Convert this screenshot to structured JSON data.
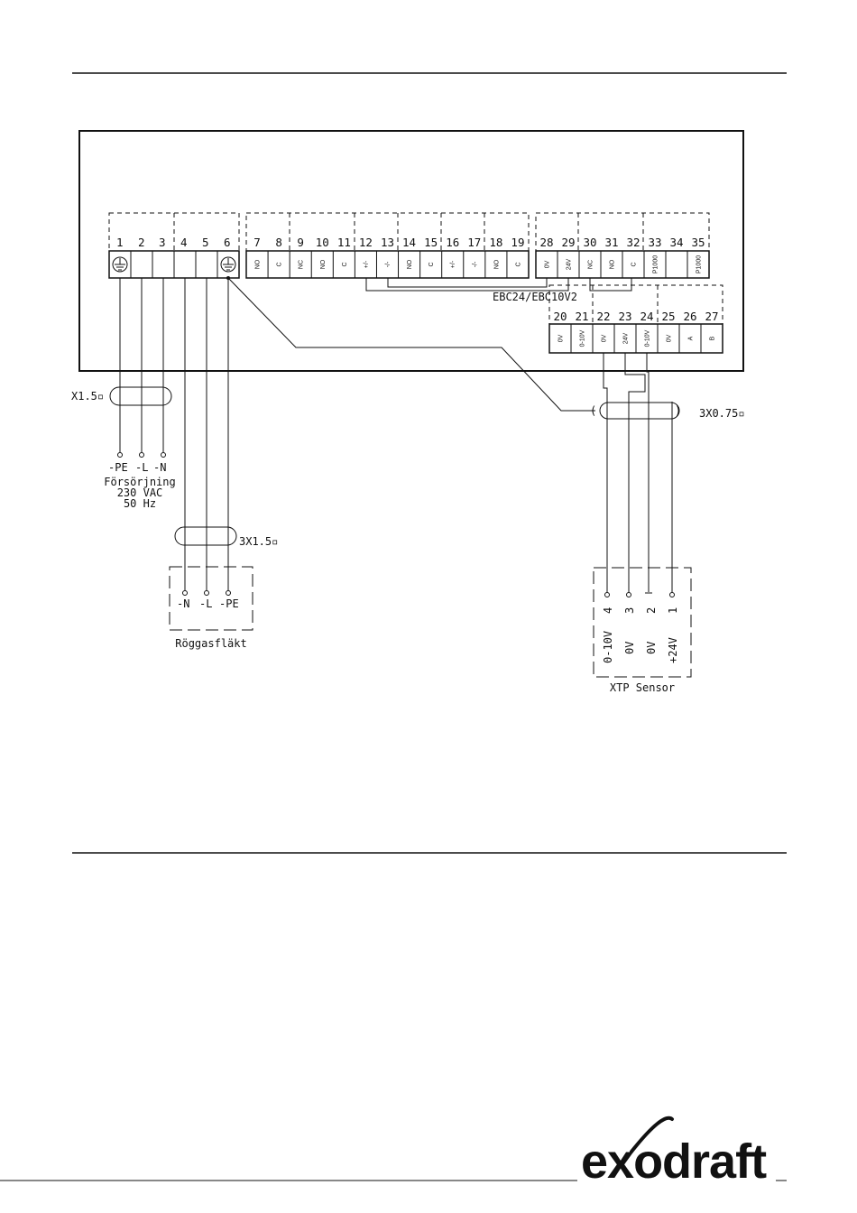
{
  "terminal_block_a": {
    "numbers": [
      "1",
      "2",
      "3",
      "4",
      "5",
      "6"
    ]
  },
  "terminal_block_b": {
    "numbers": [
      "7",
      "8",
      "9",
      "10",
      "11",
      "12",
      "13",
      "14",
      "15",
      "16",
      "17",
      "18",
      "19"
    ],
    "labels": [
      "NO",
      "C",
      "NC",
      "NO",
      "C",
      "+/-",
      "-/-",
      "NO",
      "C",
      "+/-",
      "-/-",
      "NO",
      "C"
    ]
  },
  "terminal_block_c": {
    "numbers": [
      "28",
      "29",
      "30",
      "31",
      "32",
      "33",
      "34",
      "35"
    ],
    "labels": [
      "0V",
      "24V",
      "NC",
      "NO",
      "C",
      "P1000",
      "",
      "P1000"
    ]
  },
  "terminal_block_d": {
    "numbers": [
      "20",
      "21",
      "22",
      "23",
      "24",
      "25",
      "26",
      "27"
    ],
    "labels": [
      "0V",
      "0-10V",
      "0V",
      "24V",
      "0-10V",
      "0V",
      "A",
      "B"
    ]
  },
  "ebc_label": "EBC24/EBC10V2",
  "supply": {
    "cable": "X1.5▫",
    "terminals": [
      "-PE",
      "-L",
      "-N"
    ],
    "caption_lines": [
      "Försörjning",
      "230 VAC",
      "50 Hz"
    ]
  },
  "fan": {
    "cable": "3X1.5▫",
    "terminals": [
      "-N",
      "-L",
      "-PE"
    ],
    "caption": "Röggasfläkt"
  },
  "sensor": {
    "cable": "3X0.75▫",
    "pin_numbers": [
      "4",
      "3",
      "2",
      "1"
    ],
    "pin_labels": [
      "0-10V",
      "0V",
      "0V",
      "+24V"
    ],
    "caption": "XTP Sensor",
    "paren_open": "(",
    "paren_close": ")"
  },
  "brand": "exodraft"
}
